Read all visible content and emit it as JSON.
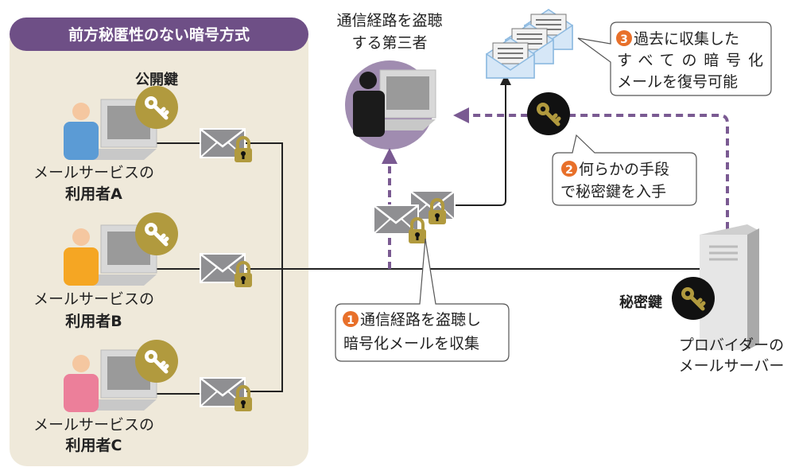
{
  "panel": {
    "title": "前方秘匿性のない暗号方式",
    "public_key_label": "公開鍵",
    "users": [
      {
        "line1": "メールサービスの",
        "line2": "利用者A",
        "shirt_color": "#5b9bd5"
      },
      {
        "line1": "メールサービスの",
        "line2": "利用者B",
        "shirt_color": "#f5a623"
      },
      {
        "line1": "メールサービスの",
        "line2": "利用者C",
        "shirt_color": "#ec7f9a"
      }
    ]
  },
  "eavesdropper": {
    "line1": "通信経路を盗聴",
    "line2": "する第三者"
  },
  "server": {
    "private_key_label": "秘密鍵",
    "line1": "プロバイダーの",
    "line2": "メールサーバー"
  },
  "callouts": [
    {
      "number": "1",
      "line1": "通信経路を盗聴し",
      "line2": "暗号化メールを収集"
    },
    {
      "number": "2",
      "line1": "何らかの手段",
      "line2": "で秘密鍵を入手"
    },
    {
      "number": "3",
      "line1": "過去に収集した",
      "line2": "すべての暗号化",
      "line3": "メールを復号可能"
    }
  ],
  "colors": {
    "purple": "#6e4f86",
    "panel_bg": "#efe9da",
    "gold": "#b19a3e",
    "orange": "#e8702a"
  }
}
